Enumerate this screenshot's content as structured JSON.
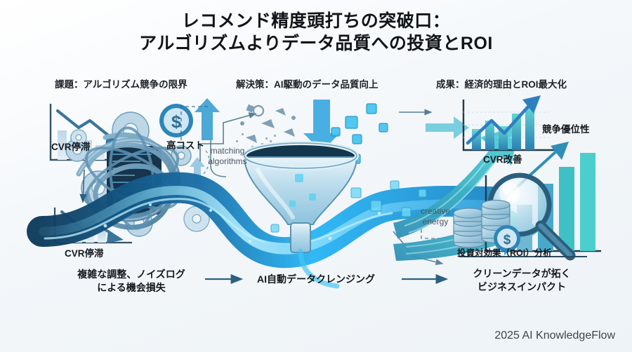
{
  "title": {
    "line1": "レコメンド精度頭打ちの突破口：",
    "line2": "アルゴリズムよりデータ品質への投資とROI"
  },
  "columns": {
    "problem_head": "課題：アルゴリズム競争の限界",
    "solution_head": "解決策：AI駆動のデータ品質向上",
    "result_head": "成果：経済的理由とROI最大化"
  },
  "labels": {
    "cvr_stagnation_top": "CVR停滞",
    "high_cost": "高コスト",
    "cvr_stagnation_bottom": "CVR停滞",
    "matching_algorithms": "matching\nalgorithms",
    "matching_algorithms_l1": "matching",
    "matching_algorithms_l2": "algorithms",
    "creative_energy_l1": "creative",
    "creative_energy_l2": "energy",
    "cvr_improvement": "CVR改善",
    "competitive_advantage": "競争優位性",
    "roi_analysis": "投資対効果（ROI）分析"
  },
  "captions": {
    "left_l1": "複雑な調整、ノイズログ",
    "left_l2": "による機会損失",
    "middle": "AI自動データクレンジング",
    "right_l1": "クリーンデータが拓く",
    "right_l2": "ビジネスインパクト"
  },
  "footer": "2025 AI KnowledgeFlow",
  "colors": {
    "background": "#f5f8fa",
    "title_text": "#111519",
    "steel_blue": "#2f6d96",
    "deep_navy": "#1b3c56",
    "cyan_glow": "#29b6f6",
    "teal_arrow": "#3fb8c4",
    "light_blue_fill": "#a8cfe4",
    "connector_line": "#3b6a86"
  },
  "icons": {
    "problem_cluster": "tangled-wires-gears-icon",
    "down_chart_top": "declining-bar-chart-icon",
    "down_chart_bottom": "declining-bar-chart-icon",
    "dollar_coin": "dollar-coin-icon",
    "cost_up_arrow": "cost-up-arrow-icon",
    "funnel": "data-funnel-icon",
    "dirty_data": "noisy-data-fragments-icon",
    "clean_data": "clean-data-squares-icon",
    "data_stream": "glowing-data-stream-icon",
    "growth_chart": "growth-bar-chart-icon",
    "roi_chart": "roi-bar-chart-icon",
    "magnifier": "magnifying-glass-icon",
    "coin_stack": "coin-stack-icon",
    "big_arrow_up": "big-teal-arrow-up-icon",
    "big_arrow_right": "big-teal-arrow-right-icon"
  }
}
